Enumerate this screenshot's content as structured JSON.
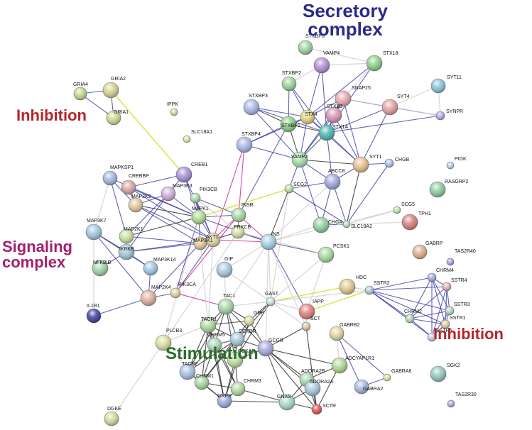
{
  "colors": {
    "secretory": "#2a2a8a",
    "inhibition": "#b3262a",
    "signaling": "#a4206e",
    "stimulation": "#2c6e2c",
    "edge_grey": "#cccccc",
    "edge_dark": "#222222",
    "edge_blue": "#3a3aa8",
    "edge_magenta": "#cc2a8a",
    "edge_yellow": "#d8e030"
  },
  "group_labels": {
    "secretory": [
      "Secretory",
      "complex"
    ],
    "inhibition_left": "Inhibition",
    "signaling": [
      "Signaling",
      "complex"
    ],
    "inhibition_right": "Inhibition",
    "stimulation": "Stimulation"
  },
  "nodes": [
    {
      "id": "STXBP6",
      "color": "#9bd4a4"
    },
    {
      "id": "VAMP4",
      "color": "#b28ed8"
    },
    {
      "id": "STX18",
      "color": "#8ed08a"
    },
    {
      "id": "SYT11",
      "color": "#88c4d8"
    },
    {
      "id": "STXBP2",
      "color": "#9cd49a"
    },
    {
      "id": "SNAP25",
      "color": "#e6a8b0"
    },
    {
      "id": "SYT4",
      "color": "#e6a0a0"
    },
    {
      "id": "STXBP3",
      "color": "#a8b8e6"
    },
    {
      "id": "STX4",
      "color": "#e0d080"
    },
    {
      "id": "STX1B",
      "color": "#d898b8"
    },
    {
      "id": "STX1A",
      "color": "#4bb8b0"
    },
    {
      "id": "SYNPR",
      "color": "#b0a8e8"
    },
    {
      "id": "STXBP1",
      "color": "#8ed08a"
    },
    {
      "id": "STXBP4",
      "color": "#a8b8e6"
    },
    {
      "id": "VAMP2",
      "color": "#a8dcb0"
    },
    {
      "id": "SYT1",
      "color": "#e6c090"
    },
    {
      "id": "CHGB",
      "color": "#a8c0e8"
    },
    {
      "id": "PIGK",
      "color": "#b8d4f0"
    },
    {
      "id": "RASGRP2",
      "color": "#8ecca0"
    },
    {
      "id": "ABCC8",
      "color": "#a0a8e0"
    },
    {
      "id": "SCG2",
      "color": "#b8e098"
    },
    {
      "id": "SCG5",
      "color": "#c0e0a0"
    },
    {
      "id": "TPH1",
      "color": "#d88080"
    },
    {
      "id": "CHGA",
      "color": "#90d0a0"
    },
    {
      "id": "SLC18A2",
      "color": "#b0e0b0"
    },
    {
      "id": "GRIA4",
      "color": "#c0d890"
    },
    {
      "id": "GRIA2",
      "color": "#d8d090"
    },
    {
      "id": "GRIA1",
      "color": "#d0d890"
    },
    {
      "id": "IPPK",
      "color": "#c8e0a0"
    },
    {
      "id": "SLC18A1",
      "color": "#e0e0a0"
    },
    {
      "id": "CREB1",
      "color": "#a890d8"
    },
    {
      "id": "MAPKSP1",
      "color": "#a0b8e0"
    },
    {
      "id": "CREBBP",
      "color": "#d8a8a0"
    },
    {
      "id": "MAP3K3",
      "color": "#d0b0d8"
    },
    {
      "id": "PIK3CB",
      "color": "#a8d8a8"
    },
    {
      "id": "MAP2K2",
      "color": "#e0c8a0"
    },
    {
      "id": "INSR",
      "color": "#a8d8a8"
    },
    {
      "id": "MAPK1",
      "color": "#b0d890"
    },
    {
      "id": "AKT1",
      "color": "#e0d0a0"
    },
    {
      "id": "MAP3K7",
      "color": "#a0c8e0"
    },
    {
      "id": "MAP2K1",
      "color": "#c8e0a0"
    },
    {
      "id": "IKBKB",
      "color": "#a0c8d8"
    },
    {
      "id": "MAP3K1",
      "color": "#e0c890"
    },
    {
      "id": "PRKCB",
      "color": "#d8e0a0"
    },
    {
      "id": "INS",
      "color": "#a8d0e8"
    },
    {
      "id": "PCSK1",
      "color": "#a8d8a0"
    },
    {
      "id": "GABRP",
      "color": "#e0b090"
    },
    {
      "id": "TAS2R40",
      "color": "#a8a0e0"
    },
    {
      "id": "NFKBIB",
      "color": "#a0d0a8"
    },
    {
      "id": "MAP3K14",
      "color": "#a0c8e0"
    },
    {
      "id": "GIP",
      "color": "#a8c8e0"
    },
    {
      "id": "HDC",
      "color": "#e0c890"
    },
    {
      "id": "CHRM4",
      "color": "#a8a8e0"
    },
    {
      "id": "SSTR2",
      "color": "#b0c8e0"
    },
    {
      "id": "SSTR4",
      "color": "#e0b0b0"
    },
    {
      "id": "MAP2K4",
      "color": "#e0b0a0"
    },
    {
      "id": "PIK3CA",
      "color": "#e0d0a0"
    },
    {
      "id": "IL1R1",
      "color": "#4040a0"
    },
    {
      "id": "TAC1",
      "color": "#a8d8a8"
    },
    {
      "id": "GAST",
      "color": "#c8e0e0"
    },
    {
      "id": "IAPP",
      "color": "#e08080"
    },
    {
      "id": "GRP",
      "color": "#d8d8a0"
    },
    {
      "id": "SCT",
      "color": "#e0c0a0"
    },
    {
      "id": "SSTR3",
      "color": "#b0d8c0"
    },
    {
      "id": "CHRM2",
      "color": "#b0d8b0"
    },
    {
      "id": "SSTR1",
      "color": "#e0d0a0"
    },
    {
      "id": "TACR1",
      "color": "#b0d8a0"
    },
    {
      "id": "CCKBR",
      "color": "#a8c8d8"
    },
    {
      "id": "SSTR5",
      "color": "#c0c8e8"
    },
    {
      "id": "PLCB3",
      "color": "#d8e0a0"
    },
    {
      "id": "CHRM5",
      "color": "#a8d8b8"
    },
    {
      "id": "GCGR",
      "color": "#a8a8e0"
    },
    {
      "id": "CCKAR",
      "color": "#c0e0a0"
    },
    {
      "id": "GABRB2",
      "color": "#e0d8a0"
    },
    {
      "id": "ADCYAP1R1",
      "color": "#b0d890"
    },
    {
      "id": "TACR2",
      "color": "#a8c0e8"
    },
    {
      "id": "CHRM1",
      "color": "#a8d8a0"
    },
    {
      "id": "CHRM3",
      "color": "#b0d8a0"
    },
    {
      "id": "ADORA2B",
      "color": "#a8d8b0"
    },
    {
      "id": "ADORA2A",
      "color": "#a8c8e0"
    },
    {
      "id": "GABRA6",
      "color": "#e0e0a0"
    },
    {
      "id": "SGK2",
      "color": "#90c8c0"
    },
    {
      "id": "GABRA2",
      "color": "#a8b8e0"
    },
    {
      "id": "GRPR",
      "color": "#a0a8e0"
    },
    {
      "id": "GNAS",
      "color": "#a8d8d0"
    },
    {
      "id": "SCTR",
      "color": "#e05050"
    },
    {
      "id": "DGKE",
      "color": "#d8d8a0"
    },
    {
      "id": "TAS2R30",
      "color": "#a8a8e0"
    }
  ],
  "edges": [
    [
      "STXBP6",
      "STX18",
      "g"
    ],
    [
      "VAMP4",
      "STX18",
      "g"
    ],
    [
      "VAMP4",
      "STXBP2",
      "g"
    ],
    [
      "STX18",
      "SNAP25",
      "g"
    ],
    [
      "STX18",
      "STX4",
      "b"
    ],
    [
      "STX18",
      "STX1A",
      "b"
    ],
    [
      "VAMP4",
      "STX4",
      "b"
    ],
    [
      "VAMP4",
      "STX1A",
      "b"
    ],
    [
      "STXBP2",
      "STX4",
      "b"
    ],
    [
      "STXBP2",
      "STXBP1",
      "b"
    ],
    [
      "STXBP2",
      "STX1A",
      "b"
    ],
    [
      "SNAP25",
      "STX4",
      "b"
    ],
    [
      "SNAP25",
      "STX1A",
      "b"
    ],
    [
      "SNAP25",
      "SYT1",
      "b"
    ],
    [
      "SNAP25",
      "VAMP2",
      "b"
    ],
    [
      "SNAP25",
      "STX1B",
      "b"
    ],
    [
      "SYT4",
      "SNAP25",
      "b"
    ],
    [
      "SYT4",
      "SYNPR",
      "b"
    ],
    [
      "SYT4",
      "STX1A",
      "b"
    ],
    [
      "SYT4",
      "SYT1",
      "b"
    ],
    [
      "STXBP3",
      "STX4",
      "b"
    ],
    [
      "STXBP3",
      "STXBP1",
      "d"
    ],
    [
      "STXBP3",
      "VAMP2",
      "b"
    ],
    [
      "STXBP3",
      "STX1A",
      "b"
    ],
    [
      "STX4",
      "STX1A",
      "b"
    ],
    [
      "STX4",
      "STXBP1",
      "d"
    ],
    [
      "STX4",
      "VAMP2",
      "b"
    ],
    [
      "STX4",
      "SYT1",
      "b"
    ],
    [
      "STX1B",
      "STX1A",
      "b"
    ],
    [
      "STX1B",
      "VAMP2",
      "b"
    ],
    [
      "STX1B",
      "SYT1",
      "b"
    ],
    [
      "STX1A",
      "SYNPR",
      "b"
    ],
    [
      "STX1A",
      "VAMP2",
      "d"
    ],
    [
      "STX1A",
      "SYT1",
      "b"
    ],
    [
      "STX1A",
      "ABCC8",
      "b"
    ],
    [
      "STXBP1",
      "VAMP2",
      "d"
    ],
    [
      "STXBP1",
      "STX1A",
      "d"
    ],
    [
      "STXBP4",
      "STX4",
      "b"
    ],
    [
      "STXBP4",
      "VAMP2",
      "b"
    ],
    [
      "STXBP4",
      "STXBP1",
      "b"
    ],
    [
      "VAMP2",
      "SYT1",
      "d"
    ],
    [
      "VAMP2",
      "ABCC8",
      "b"
    ],
    [
      "VAMP2",
      "SCG2",
      "b"
    ],
    [
      "VAMP2",
      "CHGA",
      "b"
    ],
    [
      "SYT1",
      "CHGB",
      "b"
    ],
    [
      "SYT1",
      "SLC18A2",
      "d"
    ],
    [
      "SYT1",
      "ABCC8",
      "b"
    ],
    [
      "CHGB",
      "SLC18A2",
      "b"
    ],
    [
      "ABCC8",
      "SLC18A2",
      "b"
    ],
    [
      "ABCC8",
      "CHGA",
      "b"
    ],
    [
      "ABCC8",
      "SCG2",
      "b"
    ],
    [
      "SCG2",
      "SLC18A2",
      "b"
    ],
    [
      "SCG2",
      "INS",
      "d"
    ],
    [
      "CHGA",
      "SLC18A2",
      "b"
    ],
    [
      "SLC18A2",
      "SCG5",
      "g"
    ],
    [
      "SLC18A2",
      "TPH1",
      "g"
    ],
    [
      "SNAP25",
      "SYNPR",
      "g"
    ],
    [
      "SYT11",
      "SYNPR",
      "g"
    ],
    [
      "SYT4",
      "SYT11",
      "g"
    ],
    [
      "GRIA4",
      "GRIA2",
      "b"
    ],
    [
      "GRIA4",
      "GRIA1",
      "b"
    ],
    [
      "GRIA2",
      "GRIA1",
      "b"
    ],
    [
      "GRIA2",
      "CREB1",
      "y"
    ],
    [
      "CREB1",
      "MAP3K3",
      "b"
    ],
    [
      "CREB1",
      "CREBBP",
      "b"
    ],
    [
      "CREB1",
      "MAPK1",
      "b"
    ],
    [
      "CREB1",
      "AKT1",
      "b"
    ],
    [
      "MAPKSP1",
      "MAP2K2",
      "b"
    ],
    [
      "MAPKSP1",
      "MAP2K1",
      "b"
    ],
    [
      "MAPKSP1",
      "MAPK1",
      "b"
    ],
    [
      "CREBBP",
      "MAPK1",
      "b"
    ],
    [
      "CREBBP",
      "AKT1",
      "b"
    ],
    [
      "MAP3K3",
      "MAP2K2",
      "b"
    ],
    [
      "MAP3K3",
      "IKBKB",
      "b"
    ],
    [
      "MAP3K3",
      "MAPK1",
      "b"
    ],
    [
      "PIK3CB",
      "AKT1",
      "b"
    ],
    [
      "PIK3CB",
      "INSR",
      "b"
    ],
    [
      "PIK3CB",
      "MAPK1",
      "b"
    ],
    [
      "MAP2K2",
      "MAPK1",
      "d"
    ],
    [
      "MAP2K2",
      "MAP3K1",
      "b"
    ],
    [
      "MAP2K2",
      "AKT1",
      "b"
    ],
    [
      "INSR",
      "AKT1",
      "m"
    ],
    [
      "INSR",
      "INS",
      "m"
    ],
    [
      "INSR",
      "MAPK1",
      "b"
    ],
    [
      "INSR",
      "PIK3CA",
      "m"
    ],
    [
      "MAPK1",
      "AKT1",
      "b"
    ],
    [
      "MAPK1",
      "MAP3K1",
      "b"
    ],
    [
      "MAPK1",
      "MAP2K1",
      "d"
    ],
    [
      "AKT1",
      "MAP3K1",
      "m"
    ],
    [
      "AKT1",
      "PRKCB",
      "m"
    ],
    [
      "AKT1",
      "INS",
      "m"
    ],
    [
      "AKT1",
      "IKBKB",
      "b"
    ],
    [
      "AKT1",
      "PIK3CA",
      "b"
    ],
    [
      "MAP3K7",
      "IKBKB",
      "d"
    ],
    [
      "MAP3K7",
      "MAP2K4",
      "b"
    ],
    [
      "MAP3K7",
      "MAP3K14",
      "b"
    ],
    [
      "MAP2K1",
      "MAP3K1",
      "b"
    ],
    [
      "MAP2K1",
      "IKBKB",
      "b"
    ],
    [
      "IKBKB",
      "NFKBIB",
      "b"
    ],
    [
      "IKBKB",
      "MAP3K14",
      "b"
    ],
    [
      "IKBKB",
      "MAP3K1",
      "b"
    ],
    [
      "MAP3K1",
      "MAP2K4",
      "b"
    ],
    [
      "MAP3K1",
      "PRKCB",
      "b"
    ],
    [
      "MAP3K14",
      "MAP2K4",
      "b"
    ],
    [
      "MAP2K4",
      "PIK3CA",
      "b"
    ],
    [
      "MAP2K4",
      "IL1R1",
      "b"
    ],
    [
      "PRKCB",
      "INS",
      "b"
    ],
    [
      "INS",
      "PCSK1",
      "b"
    ],
    [
      "INS",
      "GIP",
      "g"
    ],
    [
      "INS",
      "GAST",
      "g"
    ],
    [
      "INS",
      "IAPP",
      "b"
    ],
    [
      "PIK3CA",
      "MAPK1",
      "b"
    ],
    [
      "STXBP4",
      "INSR",
      "m"
    ],
    [
      "STXBP4",
      "AKT1",
      "m"
    ],
    [
      "STXBP1",
      "INSR",
      "b"
    ],
    [
      "MAPK1",
      "SCG2",
      "y"
    ],
    [
      "IAPP",
      "SSTR2",
      "y"
    ],
    [
      "GAST",
      "HDC",
      "y"
    ],
    [
      "HDC",
      "SSTR2",
      "g"
    ],
    [
      "SSTR2",
      "CHRM4",
      "b"
    ],
    [
      "SSTR2",
      "SSTR4",
      "b"
    ],
    [
      "SSTR2",
      "SSTR3",
      "b"
    ],
    [
      "SSTR2",
      "CHRM2",
      "b"
    ],
    [
      "SSTR2",
      "SSTR1",
      "b"
    ],
    [
      "SSTR2",
      "SSTR5",
      "b"
    ],
    [
      "CHRM4",
      "SSTR4",
      "b"
    ],
    [
      "CHRM4",
      "SSTR3",
      "b"
    ],
    [
      "CHRM4",
      "CHRM2",
      "b"
    ],
    [
      "CHRM4",
      "SSTR1",
      "b"
    ],
    [
      "CHRM4",
      "SSTR5",
      "b"
    ],
    [
      "SSTR4",
      "SSTR3",
      "b"
    ],
    [
      "SSTR4",
      "SSTR1",
      "b"
    ],
    [
      "SSTR4",
      "SSTR5",
      "b"
    ],
    [
      "SSTR4",
      "CHRM2",
      "b"
    ],
    [
      "SSTR3",
      "SSTR1",
      "b"
    ],
    [
      "SSTR3",
      "SSTR5",
      "b"
    ],
    [
      "SSTR3",
      "CHRM2",
      "b"
    ],
    [
      "CHRM2",
      "SSTR1",
      "b"
    ],
    [
      "CHRM2",
      "SSTR5",
      "b"
    ],
    [
      "SSTR1",
      "SSTR5",
      "b"
    ],
    [
      "TAC1",
      "TACR1",
      "d"
    ],
    [
      "TAC1",
      "TACR2",
      "d"
    ],
    [
      "TAC1",
      "GRP",
      "d"
    ],
    [
      "TAC1",
      "CCKBR",
      "d"
    ],
    [
      "TAC1",
      "CHRM5",
      "d"
    ],
    [
      "TAC1",
      "CCKAR",
      "d"
    ],
    [
      "GAST",
      "CCKBR",
      "d"
    ],
    [
      "GAST",
      "CCKAR",
      "d"
    ],
    [
      "GAST",
      "GRP",
      "d"
    ],
    [
      "GRP",
      "GRPR",
      "d"
    ],
    [
      "GRP",
      "TACR1",
      "d"
    ],
    [
      "GRP",
      "CHRM1",
      "d"
    ],
    [
      "TACR1",
      "TACR2",
      "d"
    ],
    [
      "TACR1",
      "CCKBR",
      "d"
    ],
    [
      "TACR1",
      "CHRM5",
      "d"
    ],
    [
      "TACR1",
      "CHRM1",
      "d"
    ],
    [
      "TACR1",
      "CHRM3",
      "d"
    ],
    [
      "TACR1",
      "GRPR",
      "d"
    ],
    [
      "CCKBR",
      "CHRM5",
      "d"
    ],
    [
      "CCKBR",
      "CCKAR",
      "d"
    ],
    [
      "CCKBR",
      "CHRM1",
      "d"
    ],
    [
      "CCKBR",
      "TACR2",
      "d"
    ],
    [
      "CHRM5",
      "CHRM1",
      "d"
    ],
    [
      "CHRM5",
      "CHRM3",
      "d"
    ],
    [
      "CHRM5",
      "TACR2",
      "d"
    ],
    [
      "CHRM5",
      "GRPR",
      "d"
    ],
    [
      "CCKAR",
      "CHRM3",
      "d"
    ],
    [
      "CCKAR",
      "GRPR",
      "d"
    ],
    [
      "CCKAR",
      "GCGR",
      "d"
    ],
    [
      "TACR2",
      "CHRM1",
      "d"
    ],
    [
      "TACR2",
      "GRPR",
      "d"
    ],
    [
      "CHRM1",
      "GRPR",
      "d"
    ],
    [
      "CHRM1",
      "CHRM3",
      "d"
    ],
    [
      "CHRM3",
      "GRPR",
      "d"
    ],
    [
      "CHRM3",
      "GNAS",
      "d"
    ],
    [
      "GCGR",
      "GNAS",
      "d"
    ],
    [
      "GCGR",
      "ADORA2B",
      "d"
    ],
    [
      "GCGR",
      "ADORA2A",
      "d"
    ],
    [
      "GCGR",
      "SCTR",
      "d"
    ],
    [
      "GCGR",
      "ADCYAP1R1",
      "d"
    ],
    [
      "SCT",
      "SCTR",
      "d"
    ],
    [
      "SCT",
      "GCGR",
      "d"
    ],
    [
      "ADCYAP1R1",
      "ADORA2B",
      "d"
    ],
    [
      "ADCYAP1R1",
      "SCTR",
      "d"
    ],
    [
      "ADORA2B",
      "ADORA2A",
      "d"
    ],
    [
      "ADORA2B",
      "GNAS",
      "d"
    ],
    [
      "ADORA2B",
      "SCTR",
      "d"
    ],
    [
      "ADORA2A",
      "GNAS",
      "d"
    ],
    [
      "ADORA2A",
      "SCTR",
      "d"
    ],
    [
      "GNAS",
      "SCTR",
      "d"
    ],
    [
      "GNAS",
      "GRPR",
      "d"
    ],
    [
      "GCGR",
      "CCKBR",
      "d"
    ],
    [
      "GABRB2",
      "GABRA6",
      "b"
    ],
    [
      "GABRB2",
      "GABRA2",
      "b"
    ],
    [
      "GABRA6",
      "GABRA2",
      "b"
    ],
    [
      "GABRB2",
      "ADCYAP1R1",
      "g"
    ],
    [
      "PLCB3",
      "TACR1",
      "g"
    ],
    [
      "PLCB3",
      "CHRM1",
      "g"
    ],
    [
      "PLCB3",
      "MAPK1",
      "g"
    ],
    [
      "PLCB3",
      "PRKCB",
      "g"
    ],
    [
      "PIK3CA",
      "TAC1",
      "m"
    ],
    [
      "AKT1",
      "TACR1",
      "g"
    ],
    [
      "MAP3K1",
      "TACR1",
      "g"
    ],
    [
      "INS",
      "GCGR",
      "g"
    ],
    [
      "INS",
      "SCT",
      "g"
    ],
    [
      "INS",
      "TAC1",
      "g"
    ],
    [
      "GIP",
      "GAST",
      "g"
    ],
    [
      "GIP",
      "TAC1",
      "g"
    ],
    [
      "PCSK1",
      "GAST",
      "g"
    ],
    [
      "PCSK1",
      "IAPP",
      "g"
    ],
    [
      "SCT",
      "IAPP",
      "g"
    ],
    [
      "SSTR2",
      "GAST",
      "g"
    ],
    [
      "IAPP",
      "GAST",
      "g"
    ],
    [
      "GAST",
      "SCT",
      "g"
    ],
    [
      "GAST",
      "TAC1",
      "g"
    ],
    [
      "INS",
      "CHGA",
      "g"
    ],
    [
      "INS",
      "ABCC8",
      "g"
    ],
    [
      "INS",
      "SCG5",
      "g"
    ],
    [
      "SCG2",
      "GAST",
      "g"
    ],
    [
      "MAPK1",
      "INS",
      "b"
    ],
    [
      "PRKCB",
      "PCSK1",
      "g"
    ],
    [
      "TAC1",
      "GCGR",
      "d"
    ],
    [
      "DGKE",
      "PLCB3",
      "g"
    ],
    [
      "GRP",
      "GCGR",
      "d"
    ],
    [
      "IL1R1",
      "MAP3K7",
      "g"
    ],
    [
      "MAPKSP1",
      "MAP3K7",
      "g"
    ],
    [
      "CREBBP",
      "MAP2K2",
      "b"
    ],
    [
      "MAP3K3",
      "MAP2K1",
      "b"
    ],
    [
      "PIK3CB",
      "PRKCB",
      "g"
    ],
    [
      "INSR",
      "PRKCB",
      "m"
    ]
  ]
}
